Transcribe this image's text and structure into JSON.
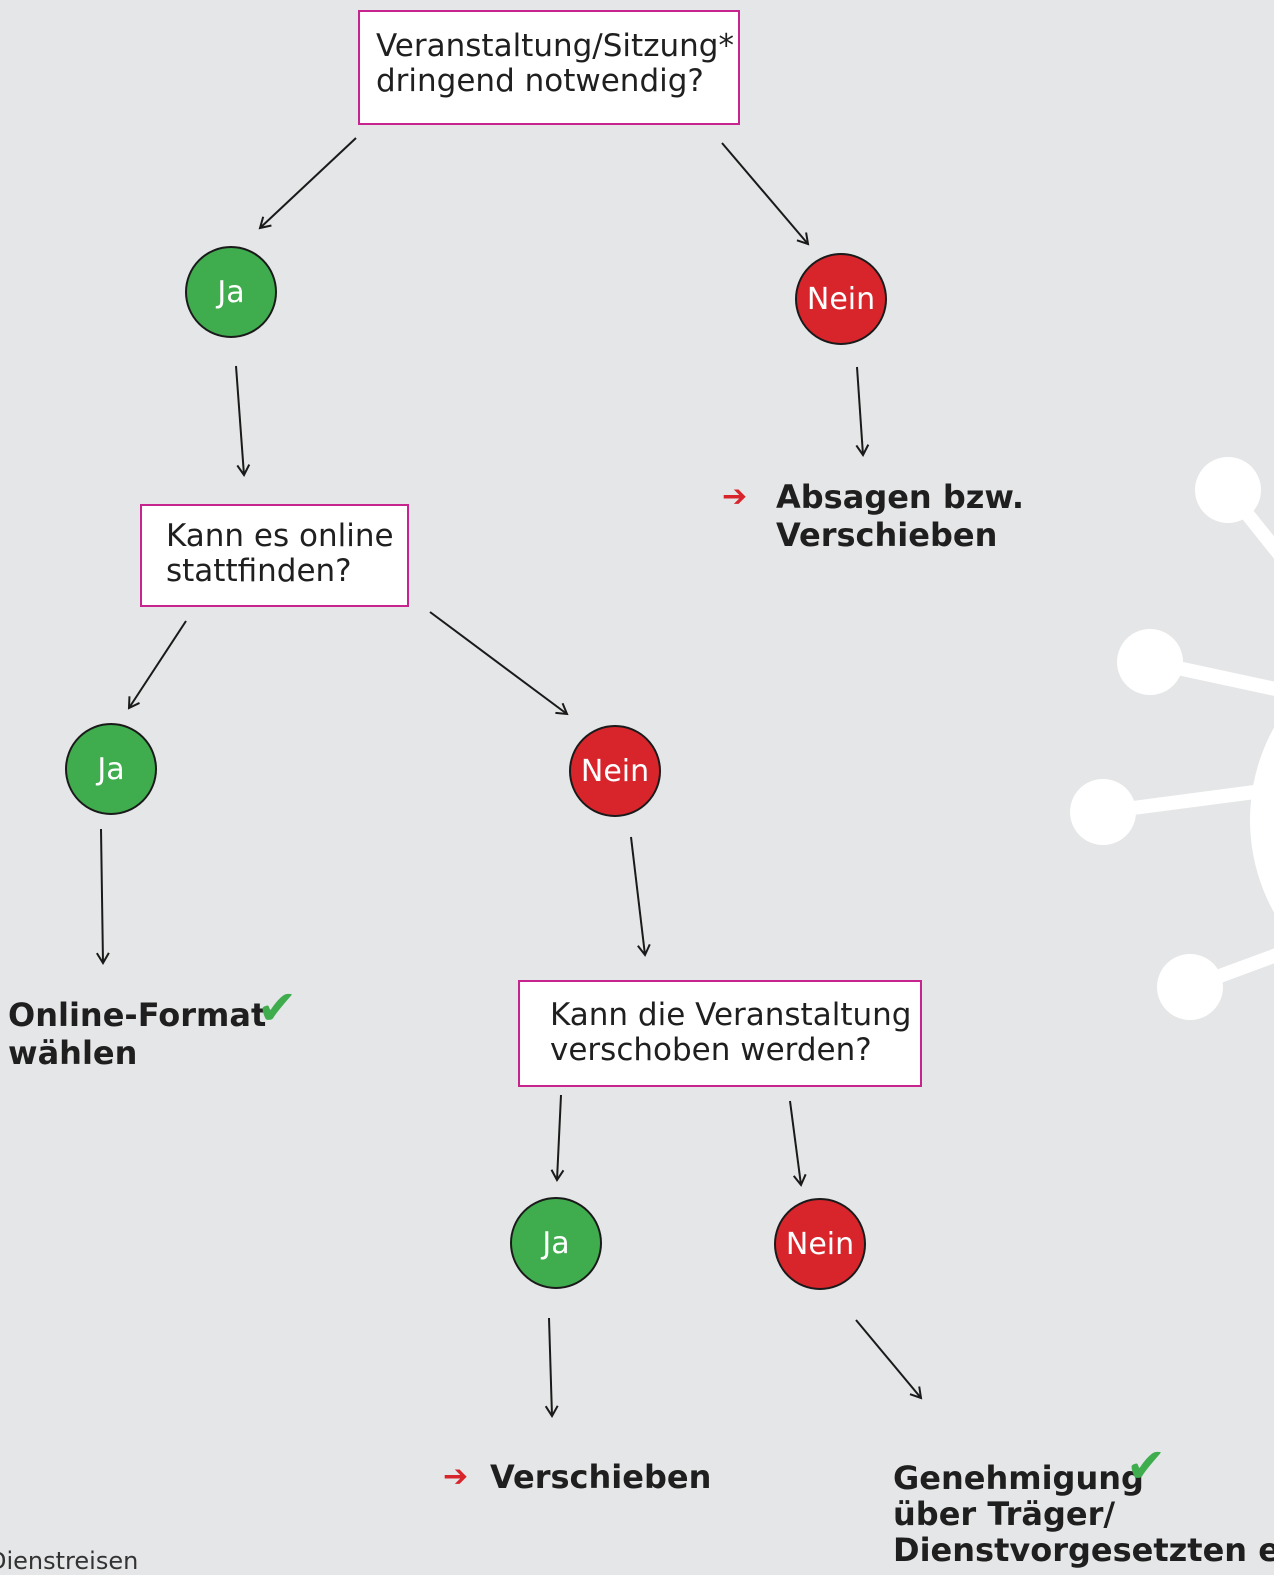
{
  "colors": {
    "background": "#e5e6e7",
    "box_border": "#c8248f",
    "yes": "#3fac4e",
    "no": "#d8252c",
    "virus": "#ffffff"
  },
  "q1": {
    "line1": "Veranstaltung/Sitzung*",
    "line2": "dringend notwendig?"
  },
  "q2": {
    "line1": "Kann es online",
    "line2": "stattfinden?"
  },
  "q3": {
    "line1": "Kann die Veranstaltung",
    "line2": "verschoben werden?"
  },
  "nodes": {
    "yes": "Ja",
    "no": "Nein"
  },
  "results": {
    "cancel": {
      "line1": "Absagen bzw.",
      "line2": "Verschieben",
      "icon": "red-arrow-icon"
    },
    "online": {
      "line1": "Online-Format",
      "line2": "wählen",
      "icon": "checkmark-icon"
    },
    "postpone": {
      "line1": "Verschieben",
      "icon": "red-arrow-icon"
    },
    "approval": {
      "line1": "Genehmigung",
      "line2": "über Träger/",
      "line3": "Dienstvorgesetzten etc.",
      "icon": "checkmark-icon"
    }
  },
  "footnote": "Dienstreisen",
  "glyphs": {
    "arrow": "➔",
    "check": "✔"
  }
}
